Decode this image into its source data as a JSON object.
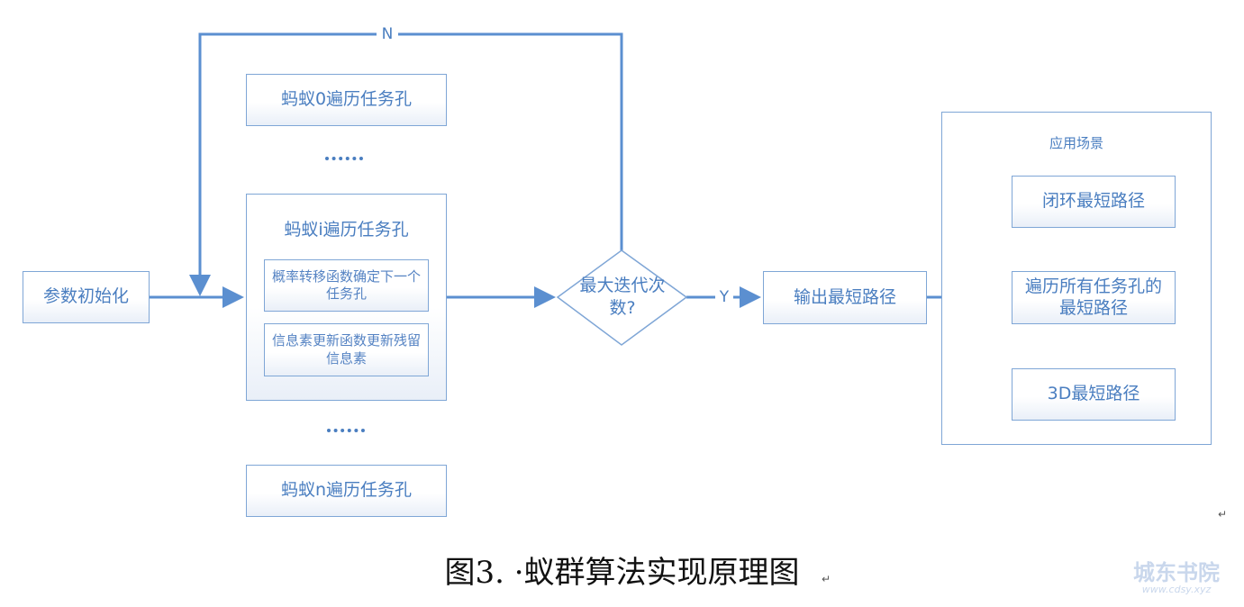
{
  "nodes": {
    "init": "参数初始化",
    "ant0": "蚂蚁0遍历任务孔",
    "dots_top": "......",
    "anti": "蚂蚁i遍历任务孔",
    "prob": "概率转移函数确定下一个任务孔",
    "pheromone": "信息素更新函数更新残留信息素",
    "dots_bottom": "......",
    "antn": "蚂蚁n遍历任务孔",
    "decision": "最大迭代次数?",
    "output": "输出最短路径",
    "scenario_title": "应用场景",
    "closed_loop": "闭环最短路径",
    "all_holes": "遍历所有任务孔的最短路径",
    "threed": "3D最短路径"
  },
  "edge_labels": {
    "no": "N",
    "yes": "Y"
  },
  "caption": "图3. ·蚁群算法实现原理图",
  "return_mark_1": "↵",
  "return_mark_2": "↵",
  "watermark": {
    "main": "城东书院",
    "url": "www.cdsy.xyz"
  },
  "colors": {
    "line": "#5b8fd0",
    "border": "#7fa6d6",
    "text": "#4a7ec0"
  }
}
